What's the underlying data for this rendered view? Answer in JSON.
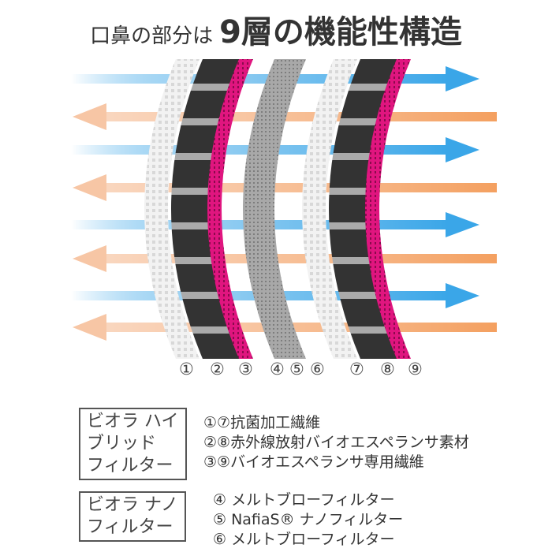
{
  "title": {
    "prefix": "口鼻の部分は",
    "main": "9層の機能性構造"
  },
  "layer_numbers": [
    "①",
    "②",
    "③",
    "④",
    "⑤",
    "⑥",
    "⑦",
    "⑧",
    "⑨"
  ],
  "groups": [
    {
      "label": "ビオラ ハイ\nブリッド\nフィルター",
      "items": [
        "①⑦抗菌加工繊維",
        "②⑧赤外線放射バイオエスペランサ素材",
        "③⑨バイオエスペランサ専用繊維"
      ]
    },
    {
      "label": "ビオラ ナノ\nフィルター",
      "items": [
        "④ メルトブローフィルター",
        "⑤ NafiaS® ナノフィルター",
        "⑥ メルトブローフィルター"
      ]
    }
  ],
  "colors": {
    "inflow": "#3aa6e8",
    "outflow": "#f4a66a",
    "pink": "#e0157f",
    "black": "#333333",
    "grey": "#9a9a9a"
  }
}
